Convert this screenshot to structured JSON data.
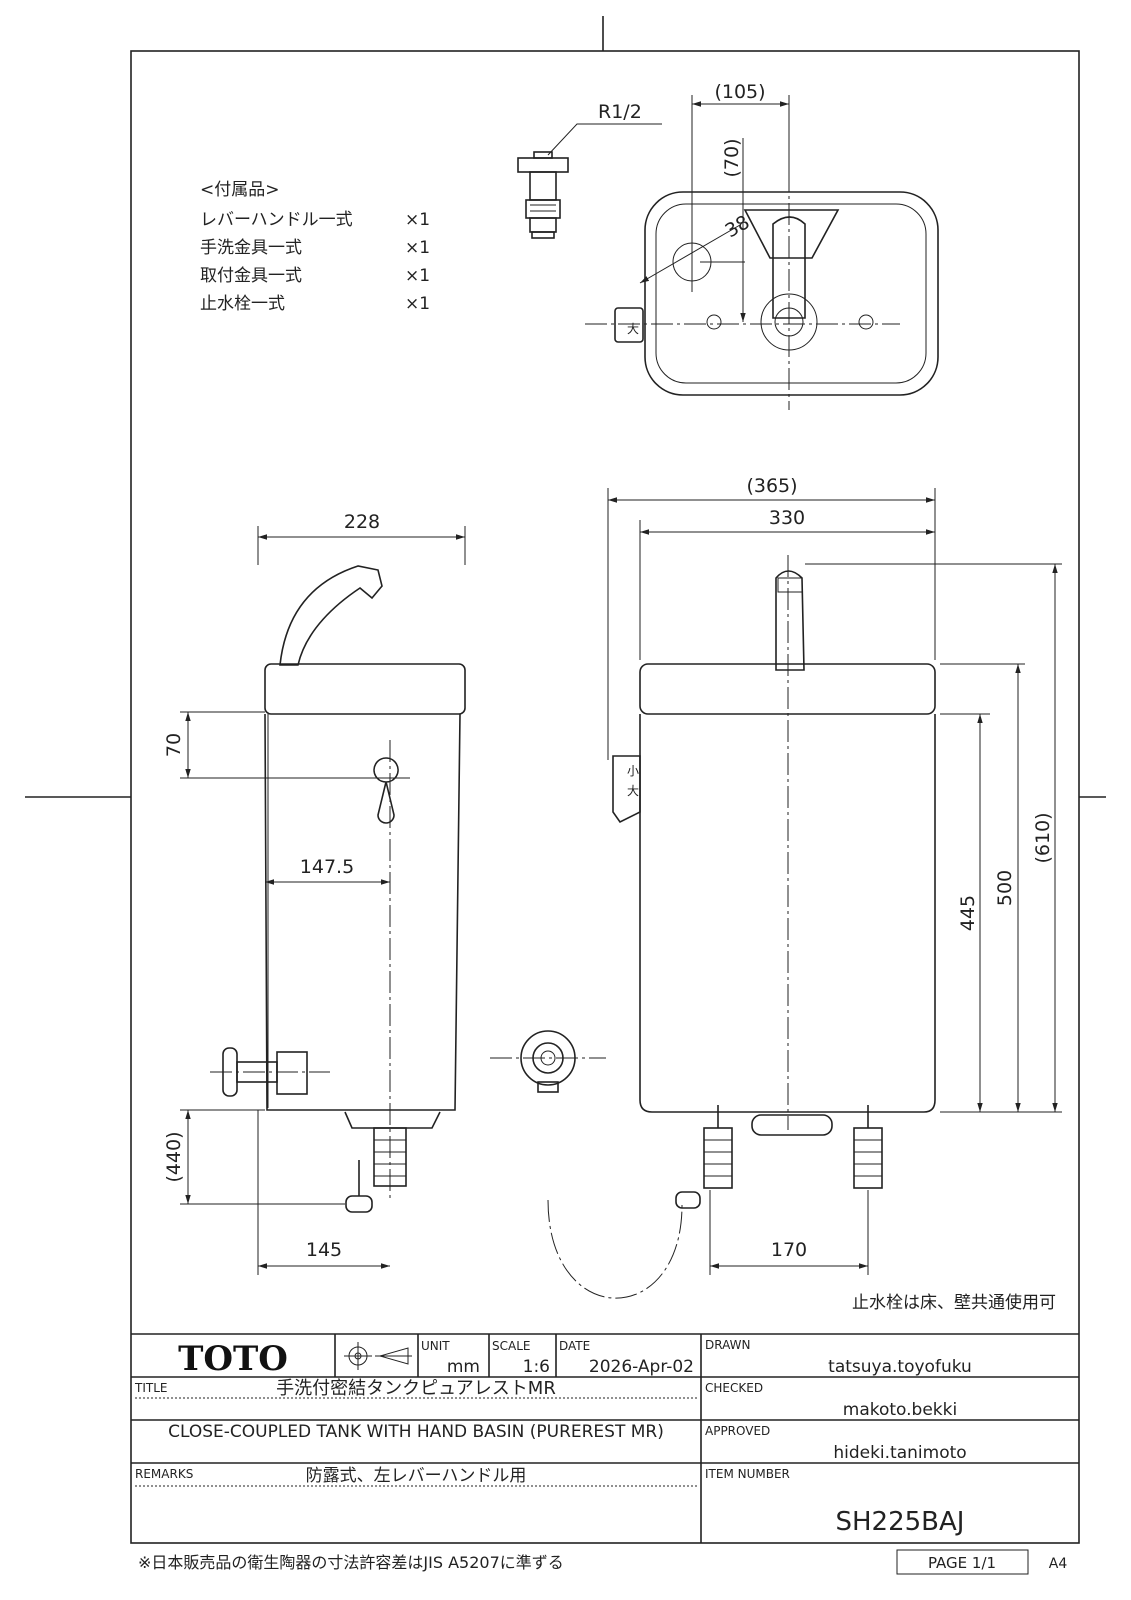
{
  "accessories": {
    "title": "<付属品>",
    "items": [
      {
        "name": "レバーハンドル一式",
        "qty": "×1"
      },
      {
        "name": "手洗金具一式",
        "qty": "×1"
      },
      {
        "name": "取付金具一式",
        "qty": "×1"
      },
      {
        "name": "止水栓一式",
        "qty": "×1"
      }
    ]
  },
  "dimensions": {
    "thread": "R1/2",
    "d105": "(105)",
    "d70a": "(70)",
    "d38": "38",
    "d365": "(365)",
    "d330": "330",
    "d228": "228",
    "d70": "70",
    "d147_5": "147.5",
    "d445": "445",
    "d500": "500",
    "d610": "(610)",
    "d440": "(440)",
    "d145": "145",
    "d170": "170"
  },
  "markings": {
    "small": "小",
    "large": "大"
  },
  "note": "止水栓は床、壁共通使用可",
  "titleblock": {
    "logo": "TOTO",
    "unit_label": "UNIT",
    "unit_value": "mm",
    "scale_label": "SCALE",
    "scale_value": "1:6",
    "date_label": "DATE",
    "date_value": "2026-Apr-02",
    "drawn_label": "DRAWN",
    "drawn_value": "tatsuya.toyofuku",
    "checked_label": "CHECKED",
    "checked_value": "makoto.bekki",
    "approved_label": "APPROVED",
    "approved_value": "hideki.tanimoto",
    "title_label": "TITLE",
    "title_jp": "手洗付密結タンクピュアレストMR",
    "title_en": "CLOSE-COUPLED TANK WITH HAND BASIN (PUREREST MR)",
    "remarks_label": "REMARKS",
    "remarks_value": "防露式、左レバーハンドル用",
    "item_label": "ITEM NUMBER",
    "item_value": "SH225BAJ"
  },
  "footer": {
    "tolerance_note": "※日本販売品の衛生陶器の寸法許容差はJIS A5207に準ずる",
    "page": "PAGE 1/1",
    "paper_size": "A4"
  }
}
